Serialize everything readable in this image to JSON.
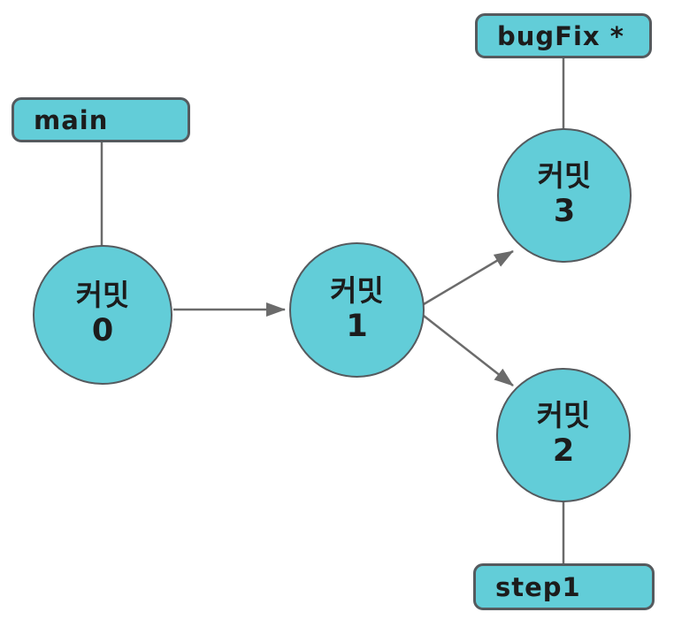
{
  "diagram": {
    "description": "git commit graph",
    "colors": {
      "node_fill": "#62cdd8",
      "node_border": "#555a5e",
      "edge": "#6b6b6b",
      "text": "#1c1c1c",
      "background": "#ffffff"
    },
    "branch_labels": {
      "main": {
        "label": "main"
      },
      "bugfix": {
        "label": "bugFix *"
      },
      "step1": {
        "label": "step1"
      }
    },
    "commits": {
      "c0": {
        "name": "커밋",
        "number": "0"
      },
      "c1": {
        "name": "커밋",
        "number": "1"
      },
      "c2": {
        "name": "커밋",
        "number": "2"
      },
      "c3": {
        "name": "커밋",
        "number": "3"
      }
    }
  }
}
